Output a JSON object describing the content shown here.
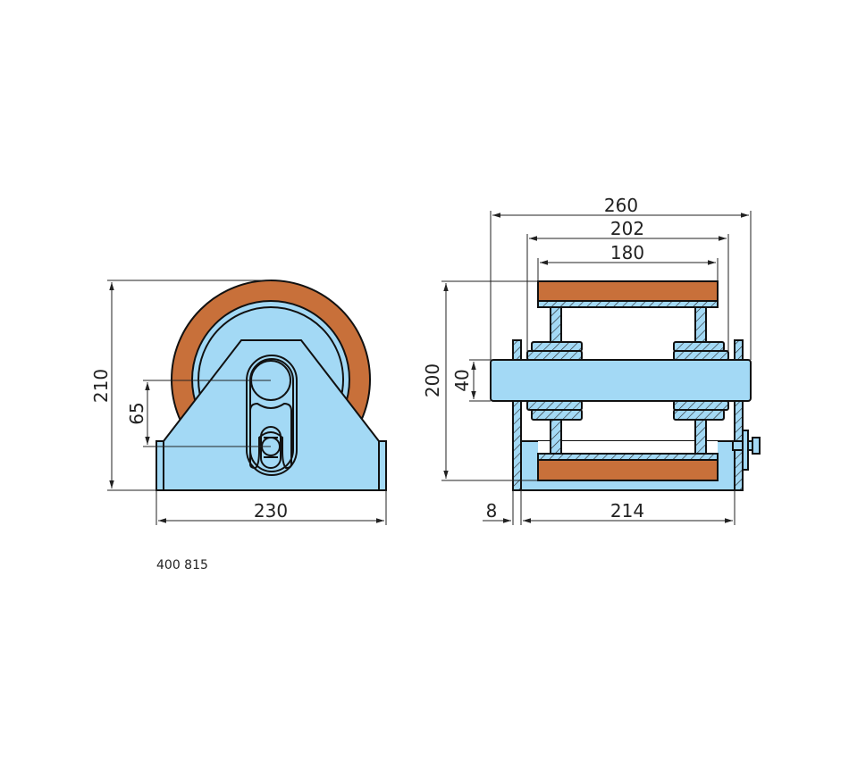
{
  "drawing": {
    "part_number": "400 815",
    "colors": {
      "steel": "#a3d9f5",
      "tread": "#c8703a",
      "line": "#111111"
    },
    "front_view": {
      "dim_height": "210",
      "dim_axle_offset": "65",
      "dim_width": "230"
    },
    "side_view": {
      "dim_overall_width": "260",
      "dim_inner_width": "202",
      "dim_wheel_width": "180",
      "dim_wheel_diameter": "200",
      "dim_axle_diameter": "40",
      "dim_plate_thickness": "8",
      "dim_bracket_width": "214"
    }
  }
}
